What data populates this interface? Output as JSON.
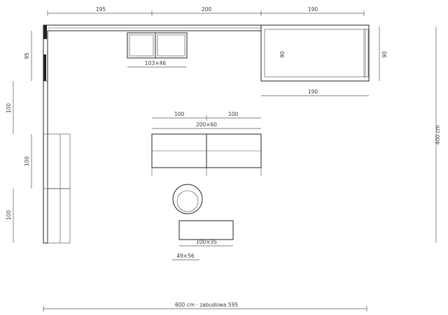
{
  "colors": {
    "line": "#222222",
    "dim": "#555555",
    "text": "#3a3a3a",
    "background": "#ffffff"
  },
  "top_dims": [
    "195",
    "200",
    "190"
  ],
  "left_dims": [
    "95",
    "100",
    "100",
    "100"
  ],
  "right_dims": {
    "total": "400 cm",
    "right_cabinet_outer": "90",
    "right_cabinet_inner": "90"
  },
  "labels": {
    "wall_cabinet": "103×46",
    "right_cabinet_bottom": "190",
    "sofa_halves": [
      "100",
      "100"
    ],
    "sofa_total": "200×60",
    "coffee_table": "100×35",
    "chair": "49×56",
    "bottom_total": "600 cm · zabudowa 595"
  }
}
